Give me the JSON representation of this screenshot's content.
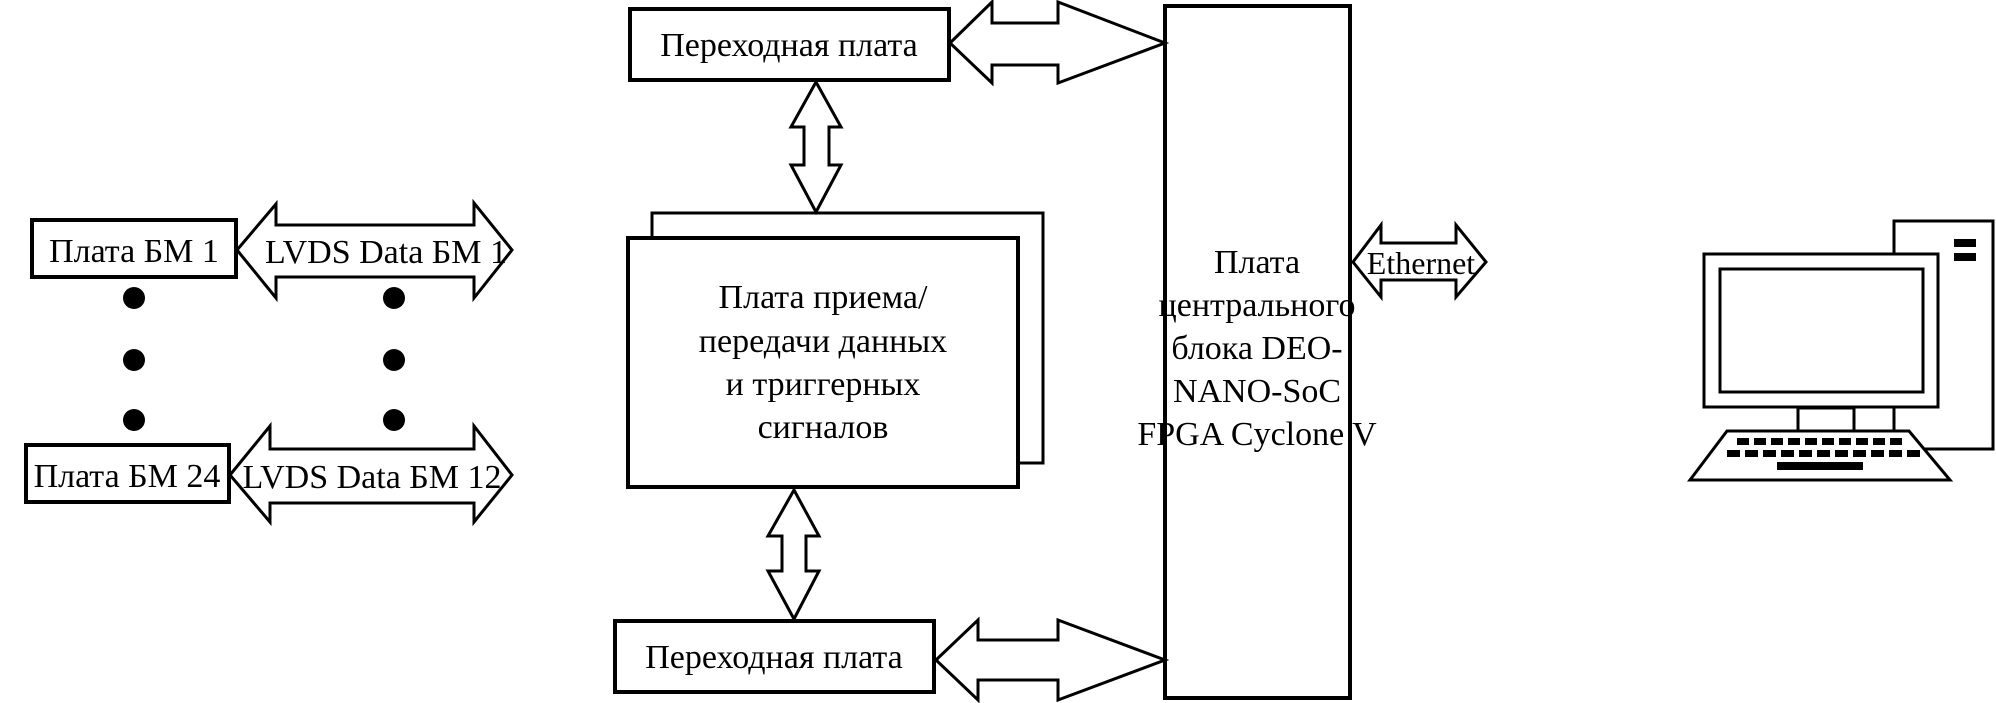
{
  "diagram": {
    "type": "block-diagram",
    "colors": {
      "stroke": "#000000",
      "fill": "#ffffff",
      "text": "#000000"
    },
    "boxes": {
      "bm1": "Плата БМ 1",
      "bm24": "Плата БМ 24",
      "adapter_top": "Переходная плата",
      "adapter_bottom": "Переходная плата",
      "rx_tx_board": [
        "Плата приема/",
        "передачи данных",
        "и триггерных",
        "сигналов"
      ],
      "central_board": [
        "Плата",
        "центрального",
        "блока DEO-",
        "NANO-SoC",
        "FPGA Cyclone V"
      ]
    },
    "arrows": {
      "lvds1": "LVDS Data БМ 1",
      "lvds12": "LVDS Data БМ 12",
      "ethernet": "Ethernet"
    },
    "icons": {
      "computer": "computer-icon"
    },
    "ellipsis_dots": 3
  }
}
